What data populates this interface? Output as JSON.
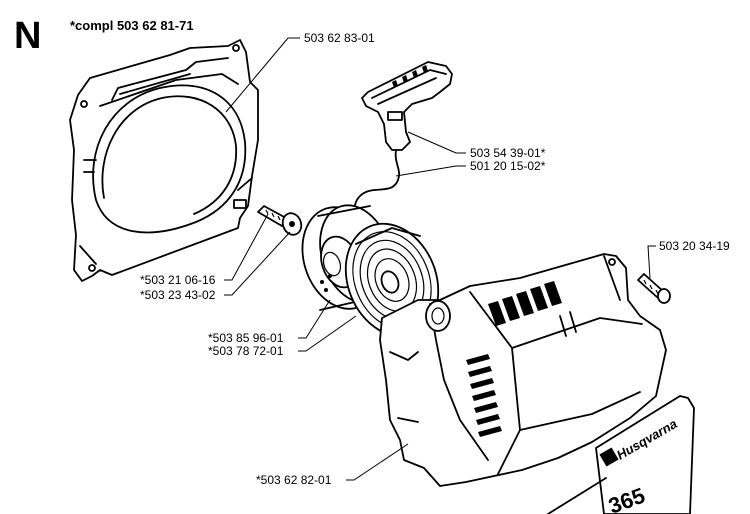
{
  "section_letter": "N",
  "compl_label": "*compl 503 62 81-71",
  "parts": [
    {
      "number": "503 62 83-01"
    },
    {
      "number": "503 54 39-01*"
    },
    {
      "number": "501 20 15-02*"
    },
    {
      "number": "503 20 34-19"
    },
    {
      "number": "*503 21 06-16"
    },
    {
      "number": "*503 23 43-02"
    },
    {
      "number": "*503 85 96-01"
    },
    {
      "number": "*503 78 72-01"
    },
    {
      "number": "*503 62 82-01"
    }
  ],
  "decal": {
    "brand": "Husqvarna",
    "model": "365"
  }
}
